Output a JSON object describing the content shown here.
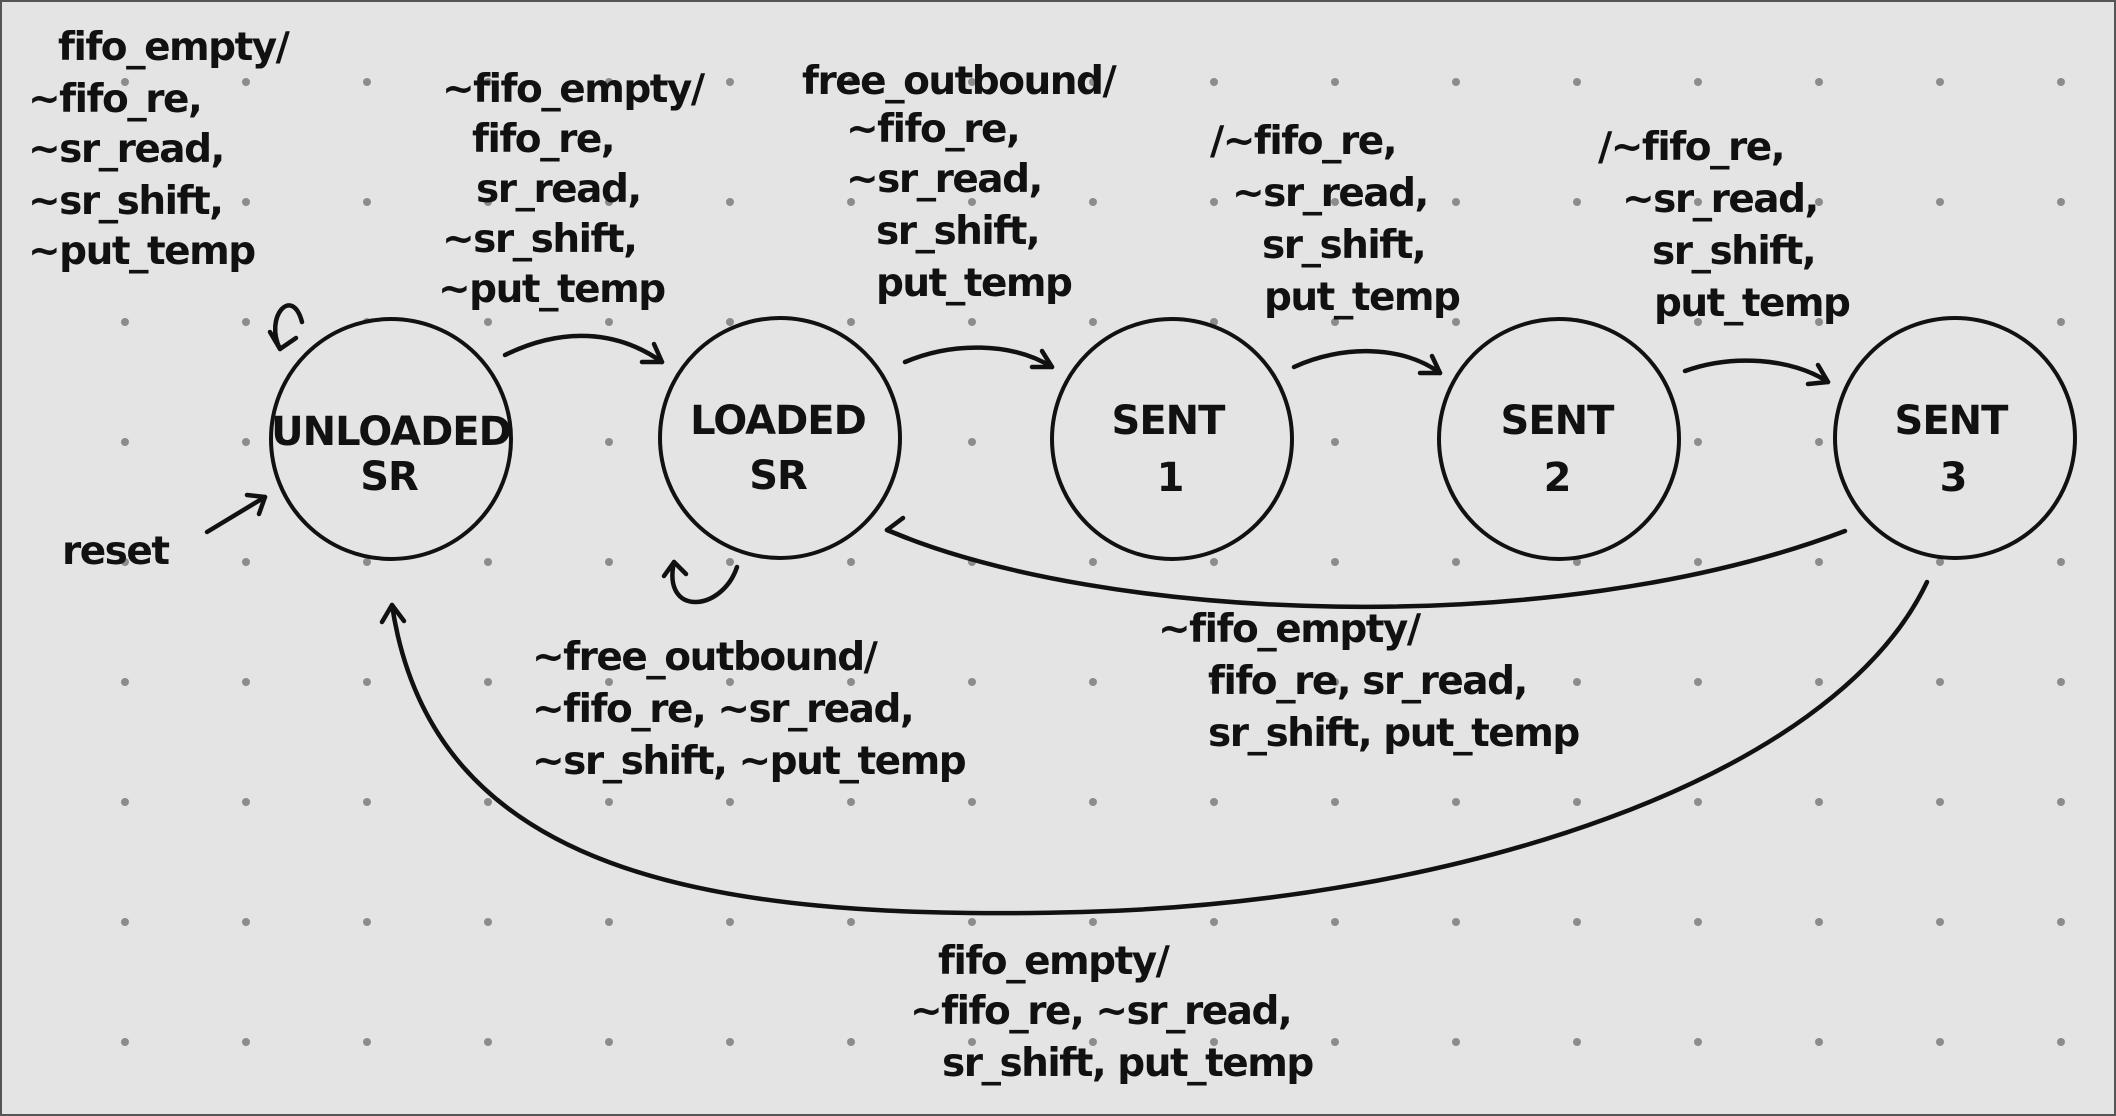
{
  "diagram": {
    "background": "#e4e4e4",
    "ink": "#111111",
    "states": {
      "unloaded": [
        "UNLOADED",
        "SR"
      ],
      "loaded": [
        "LOADED",
        "SR"
      ],
      "sent1": [
        "SENT",
        "1"
      ],
      "sent2": [
        "SENT",
        "2"
      ],
      "sent3": [
        "SENT",
        "3"
      ]
    },
    "reset_label": "reset",
    "transitions": {
      "unloaded_self": [
        "fifo_empty/",
        "~fifo_re,",
        "~sr_read,",
        "~sr_shift,",
        "~put_temp"
      ],
      "unloaded_to_loaded": [
        "~fifo_empty/",
        "fifo_re,",
        "sr_read,",
        "~sr_shift,",
        "~put_temp"
      ],
      "loaded_to_sent1": [
        "free_outbound/",
        "~fifo_re,",
        "~sr_read,",
        "sr_shift,",
        "put_temp"
      ],
      "sent1_to_sent2": [
        "/~fifo_re,",
        "~sr_read,",
        "sr_shift,",
        "put_temp"
      ],
      "sent2_to_sent3": [
        "/~fifo_re,",
        "~sr_read,",
        "sr_shift,",
        "put_temp"
      ],
      "loaded_self": [
        "~free_outbound/",
        "~fifo_re, ~sr_read,",
        "~sr_shift, ~put_temp"
      ],
      "sent3_to_loaded": [
        "~fifo_empty/",
        "fifo_re, sr_read,",
        "sr_shift, put_temp"
      ],
      "sent3_to_unloaded": [
        "fifo_empty/",
        "~fifo_re, ~sr_read,",
        "sr_shift, put_temp"
      ]
    }
  }
}
